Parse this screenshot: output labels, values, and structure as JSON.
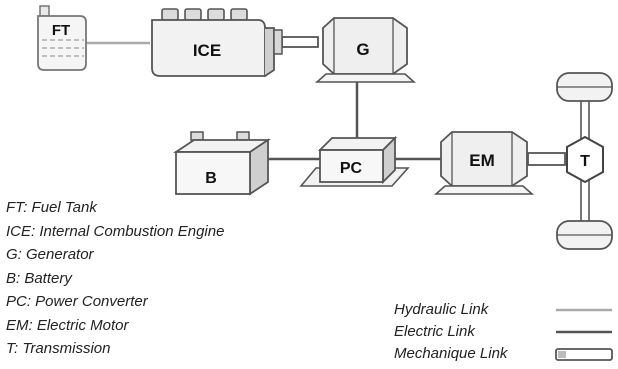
{
  "components": {
    "ft": "FT",
    "ice": "ICE",
    "g": "G",
    "b": "B",
    "pc": "PC",
    "em": "EM",
    "t": "T"
  },
  "legend": {
    "items": [
      "FT: Fuel Tank",
      "ICE: Internal Combustion Engine",
      "G: Generator",
      "B: Battery",
      "PC: Power Converter",
      "EM: Electric Motor",
      "T: Transmission"
    ]
  },
  "link_legend": {
    "hydraulic": "Hydraulic Link",
    "electric": "Electric Link",
    "mechanical": "Mechanique Link"
  },
  "colors": {
    "hydraulic_link": "#aaaaaa",
    "electric_link": "#555555",
    "outline": "#555555",
    "shade": "#cfcfcf",
    "light_fill": "#f2f2f2"
  }
}
